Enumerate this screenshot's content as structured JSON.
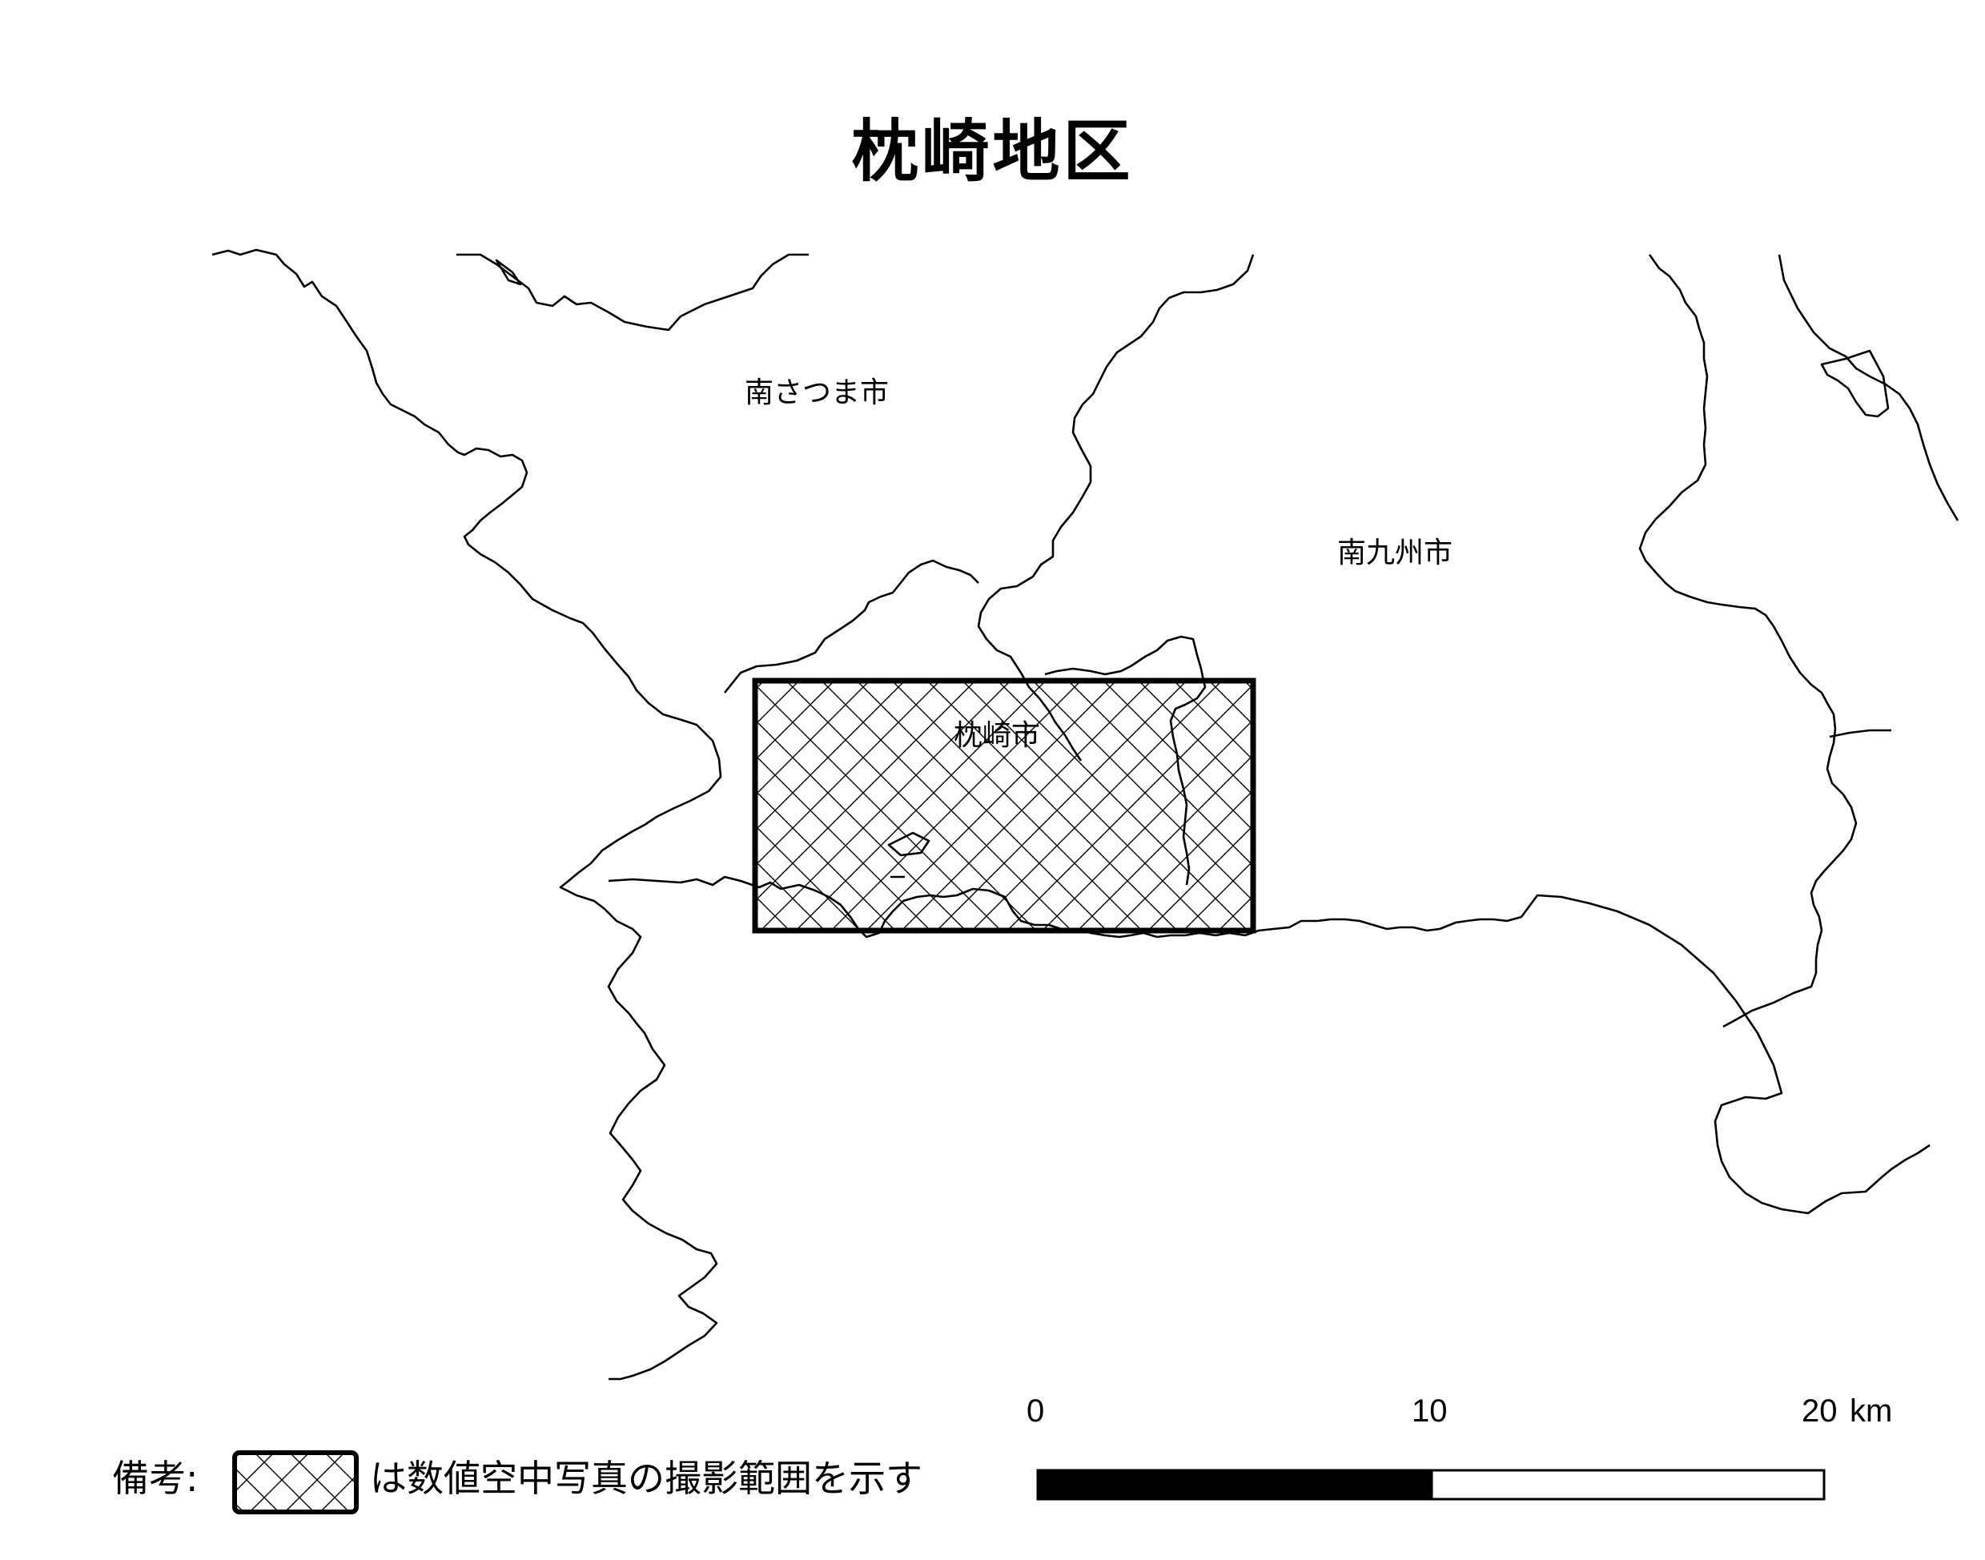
{
  "title": "枕崎地区",
  "places": [
    {
      "name": "南さつま市"
    },
    {
      "name": "南九州市"
    },
    {
      "name": "枕崎市"
    }
  ],
  "legend": {
    "prefix": "備考:",
    "description": "は数値空中写真の撮影範囲を示す"
  },
  "scale_bar": {
    "ticks": [
      "0",
      "10",
      "20"
    ],
    "unit": "km"
  },
  "colors": {
    "line": "#000000",
    "background": "#ffffff"
  }
}
